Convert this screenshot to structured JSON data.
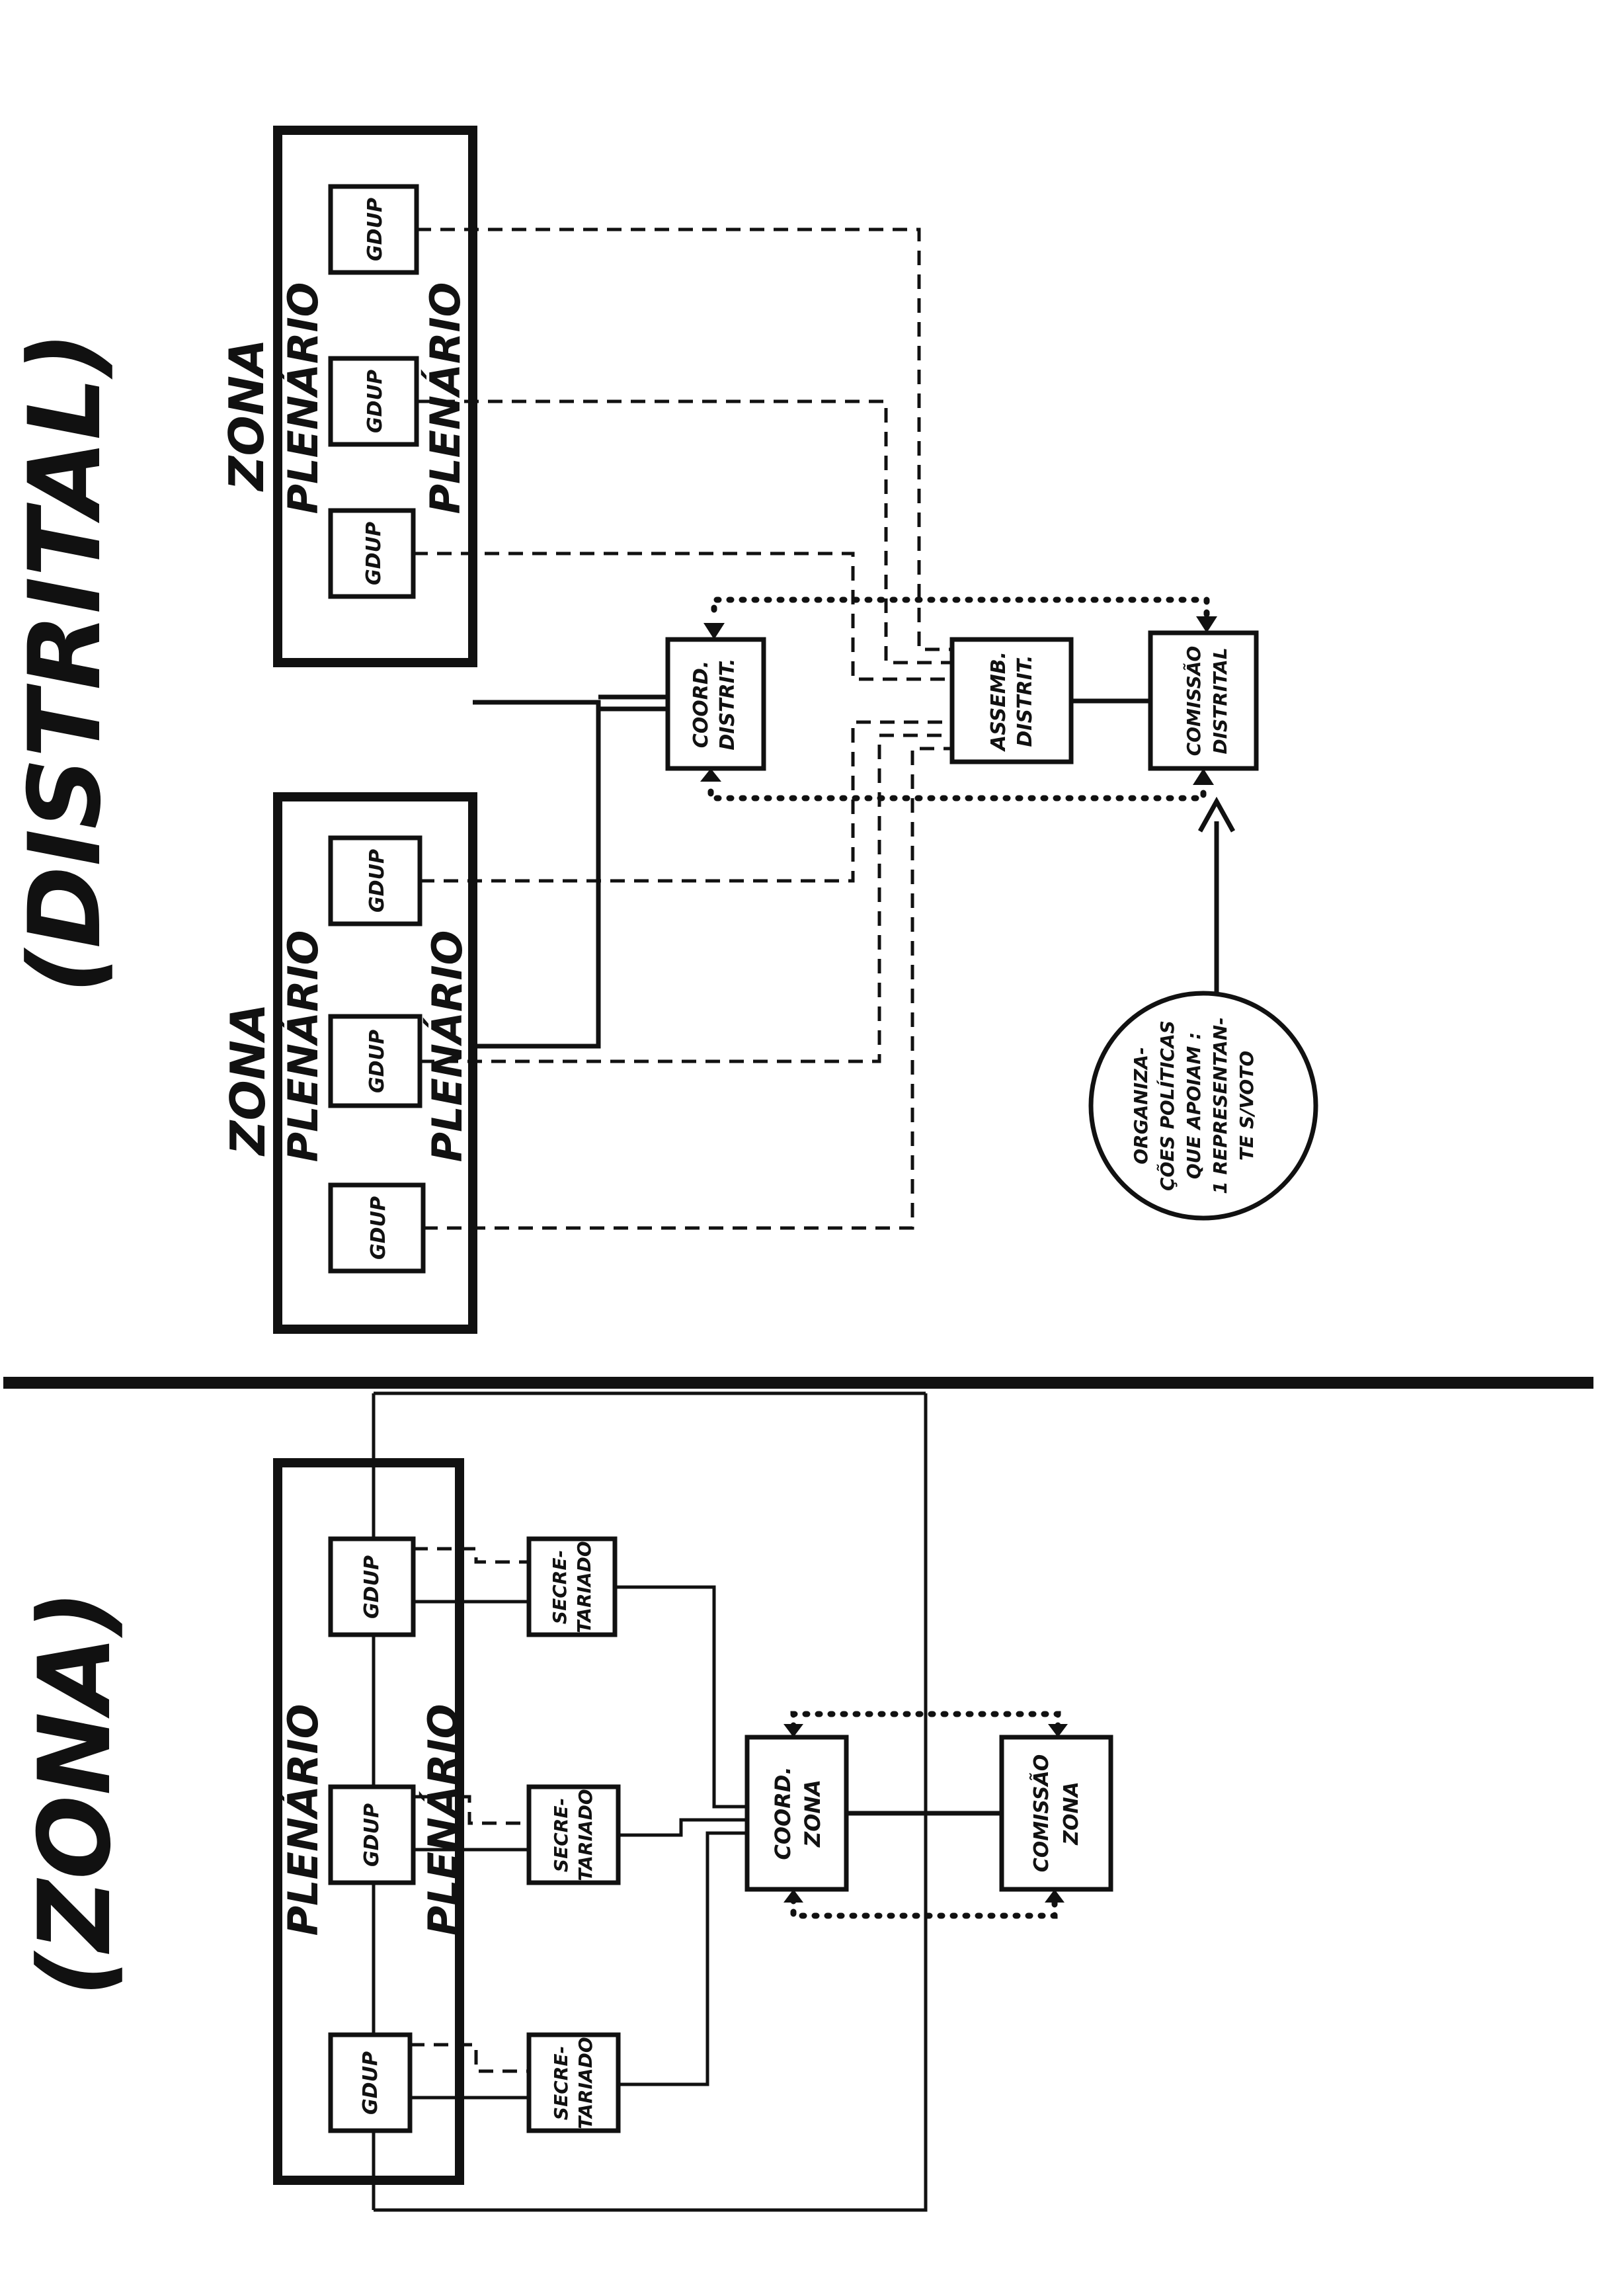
{
  "titles": {
    "distrital": "(DISTRITAL)",
    "zona": "(ZONA)"
  },
  "distrital": {
    "zona_label": "ZONA",
    "plenario_label": "PLENÁRIO",
    "unit_label": "GDUP",
    "coord_line1": "COORD.",
    "coord_line2": "DISTRIT.",
    "assemb_line1": "ASSEMB.",
    "assemb_line2": "DISTRIT.",
    "comissao_line1": "COMISSÃO",
    "comissao_line2": "DISTRITAL",
    "org_note": [
      "ORGANIZA-",
      "ÇÕES POLÍTICAS",
      "QUE APOIAM :",
      "1 REPRESENTAN-",
      "TE S/VOTO"
    ]
  },
  "zona": {
    "plenario_label": "PLENÁRIO",
    "unit_label": "GDUP",
    "secretariado_line1": "SECRE-",
    "secretariado_line2": "TARIADO",
    "coord_line1": "COORD.",
    "coord_line2": "ZONA",
    "comissao_line1": "COMISSÃO",
    "comissao_line2": "ZONA"
  },
  "colors": {
    "ink": "#111111",
    "paper": "#ffffff"
  }
}
